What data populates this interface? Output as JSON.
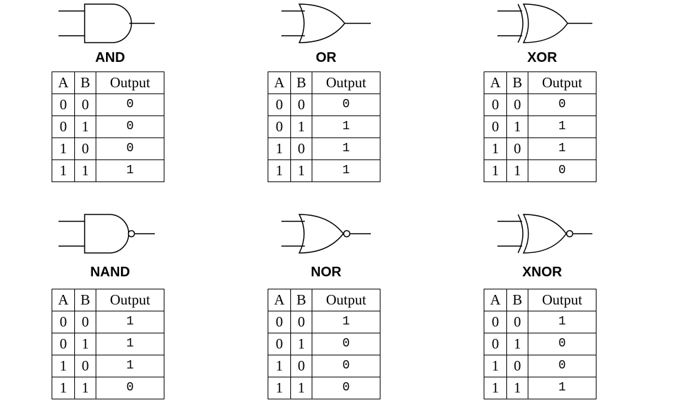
{
  "gates": [
    {
      "type": "AND",
      "name": "AND",
      "header": [
        "A",
        "B",
        "Output"
      ],
      "rows": [
        [
          "0",
          "0",
          "0"
        ],
        [
          "0",
          "1",
          "0"
        ],
        [
          "1",
          "0",
          "0"
        ],
        [
          "1",
          "1",
          "1"
        ]
      ]
    },
    {
      "type": "OR",
      "name": "OR",
      "header": [
        "A",
        "B",
        "Output"
      ],
      "rows": [
        [
          "0",
          "0",
          "0"
        ],
        [
          "0",
          "1",
          "1"
        ],
        [
          "1",
          "0",
          "1"
        ],
        [
          "1",
          "1",
          "1"
        ]
      ]
    },
    {
      "type": "XOR",
      "name": "XOR",
      "header": [
        "A",
        "B",
        "Output"
      ],
      "rows": [
        [
          "0",
          "0",
          "0"
        ],
        [
          "0",
          "1",
          "1"
        ],
        [
          "1",
          "0",
          "1"
        ],
        [
          "1",
          "1",
          "0"
        ]
      ]
    },
    {
      "type": "NAND",
      "name": "NAND",
      "header": [
        "A",
        "B",
        "Output"
      ],
      "rows": [
        [
          "0",
          "0",
          "1"
        ],
        [
          "0",
          "1",
          "1"
        ],
        [
          "1",
          "0",
          "1"
        ],
        [
          "1",
          "1",
          "0"
        ]
      ]
    },
    {
      "type": "NOR",
      "name": "NOR",
      "header": [
        "A",
        "B",
        "Output"
      ],
      "rows": [
        [
          "0",
          "0",
          "1"
        ],
        [
          "0",
          "1",
          "0"
        ],
        [
          "1",
          "0",
          "0"
        ],
        [
          "1",
          "1",
          "0"
        ]
      ]
    },
    {
      "type": "XNOR",
      "name": "XNOR",
      "header": [
        "A",
        "B",
        "Output"
      ],
      "rows": [
        [
          "0",
          "0",
          "1"
        ],
        [
          "0",
          "1",
          "0"
        ],
        [
          "1",
          "0",
          "0"
        ],
        [
          "1",
          "1",
          "1"
        ]
      ]
    }
  ]
}
